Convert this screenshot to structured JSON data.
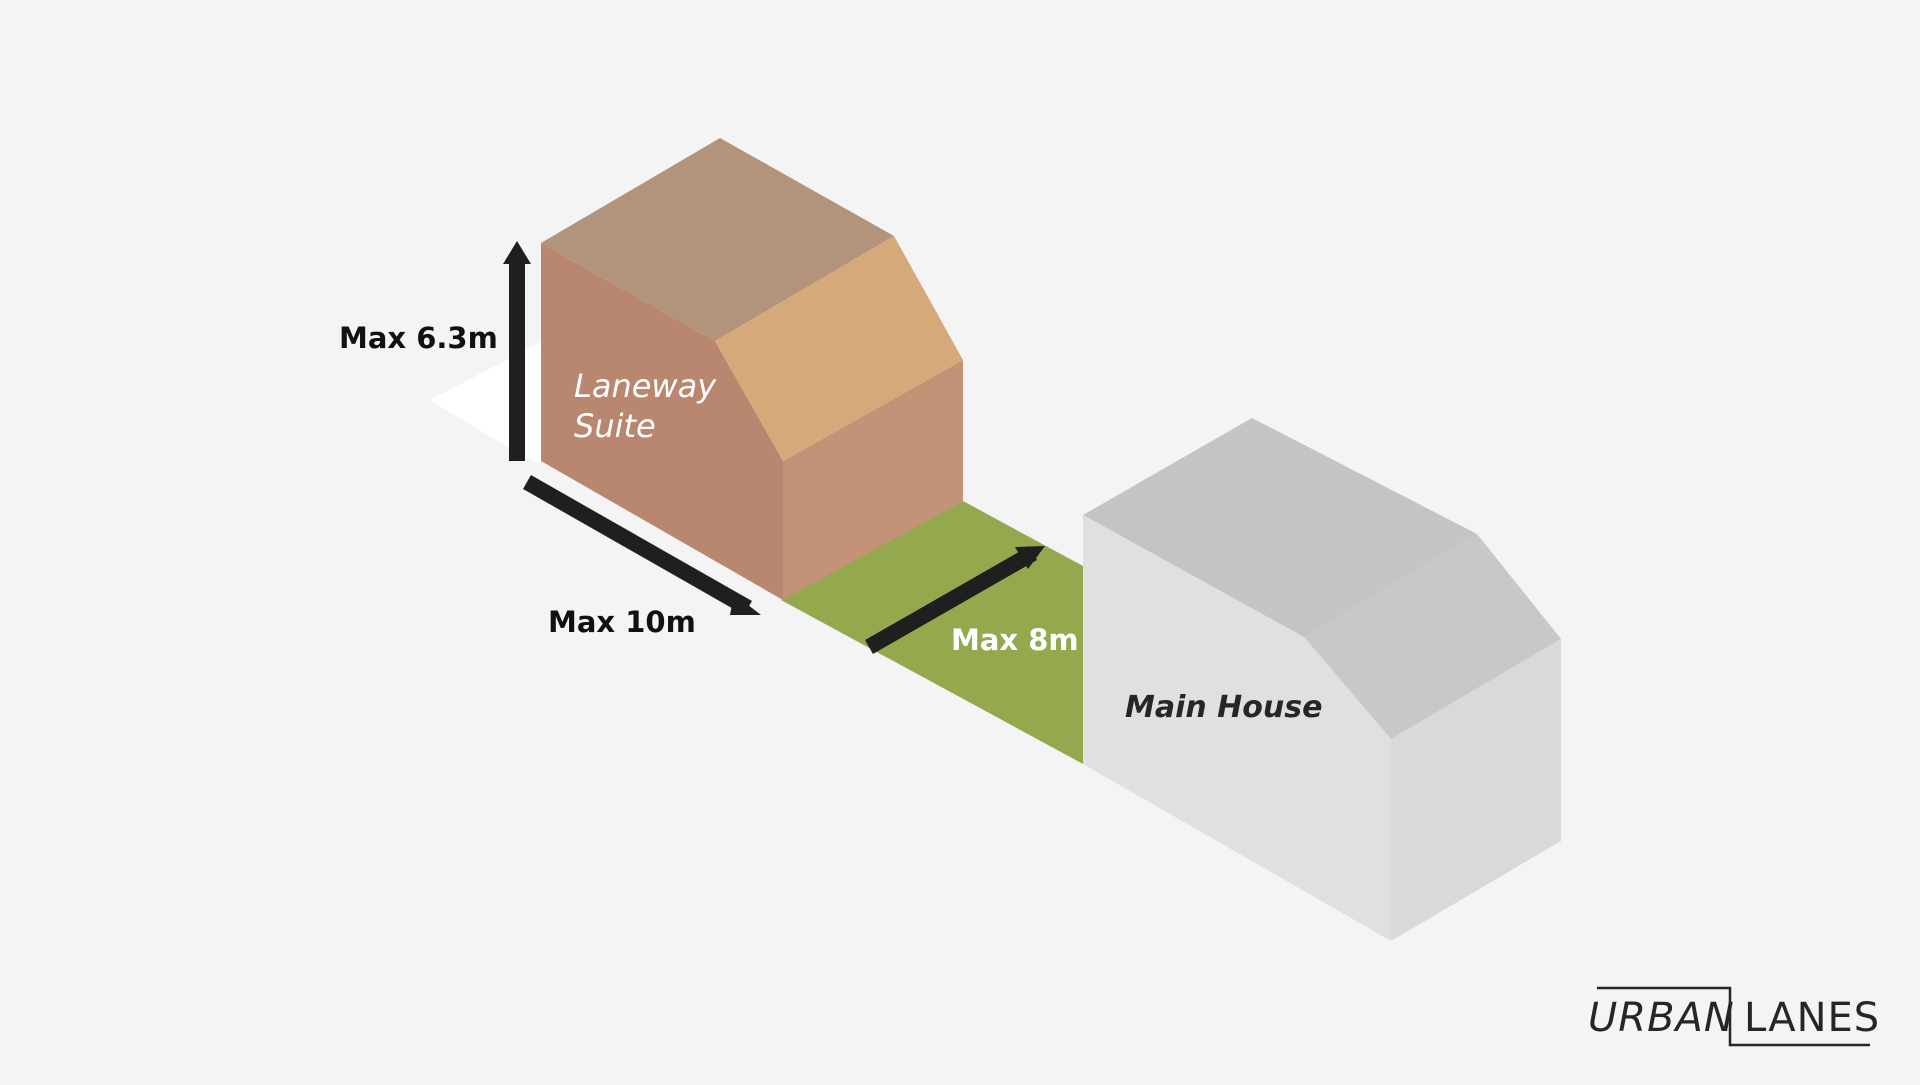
{
  "diagram": {
    "labels": {
      "max_height": "Max 6.3m",
      "max_length": "Max 10m",
      "max_separation": "Max 8m",
      "laneway_suite_line1": "Laneway",
      "laneway_suite_line2": "Suite",
      "main_house": "Main House"
    },
    "colors": {
      "background": "#f4f4f4",
      "suite_roof_top": "#b2937c",
      "suite_roof_gable": "#d6a97b",
      "suite_front_wall": "#b9866f",
      "suite_side_wall": "#c49276",
      "lawn": "#94a84e",
      "house_roof_top": "#c4c4c5",
      "house_roof_gable": "#c6c8c9",
      "house_front_wall": "#e0e0e0",
      "house_side_wall": "#dad9d9",
      "arrows": "#1f1f1f"
    }
  },
  "logo": {
    "word1": "URBAN",
    "word2": "LANES"
  }
}
